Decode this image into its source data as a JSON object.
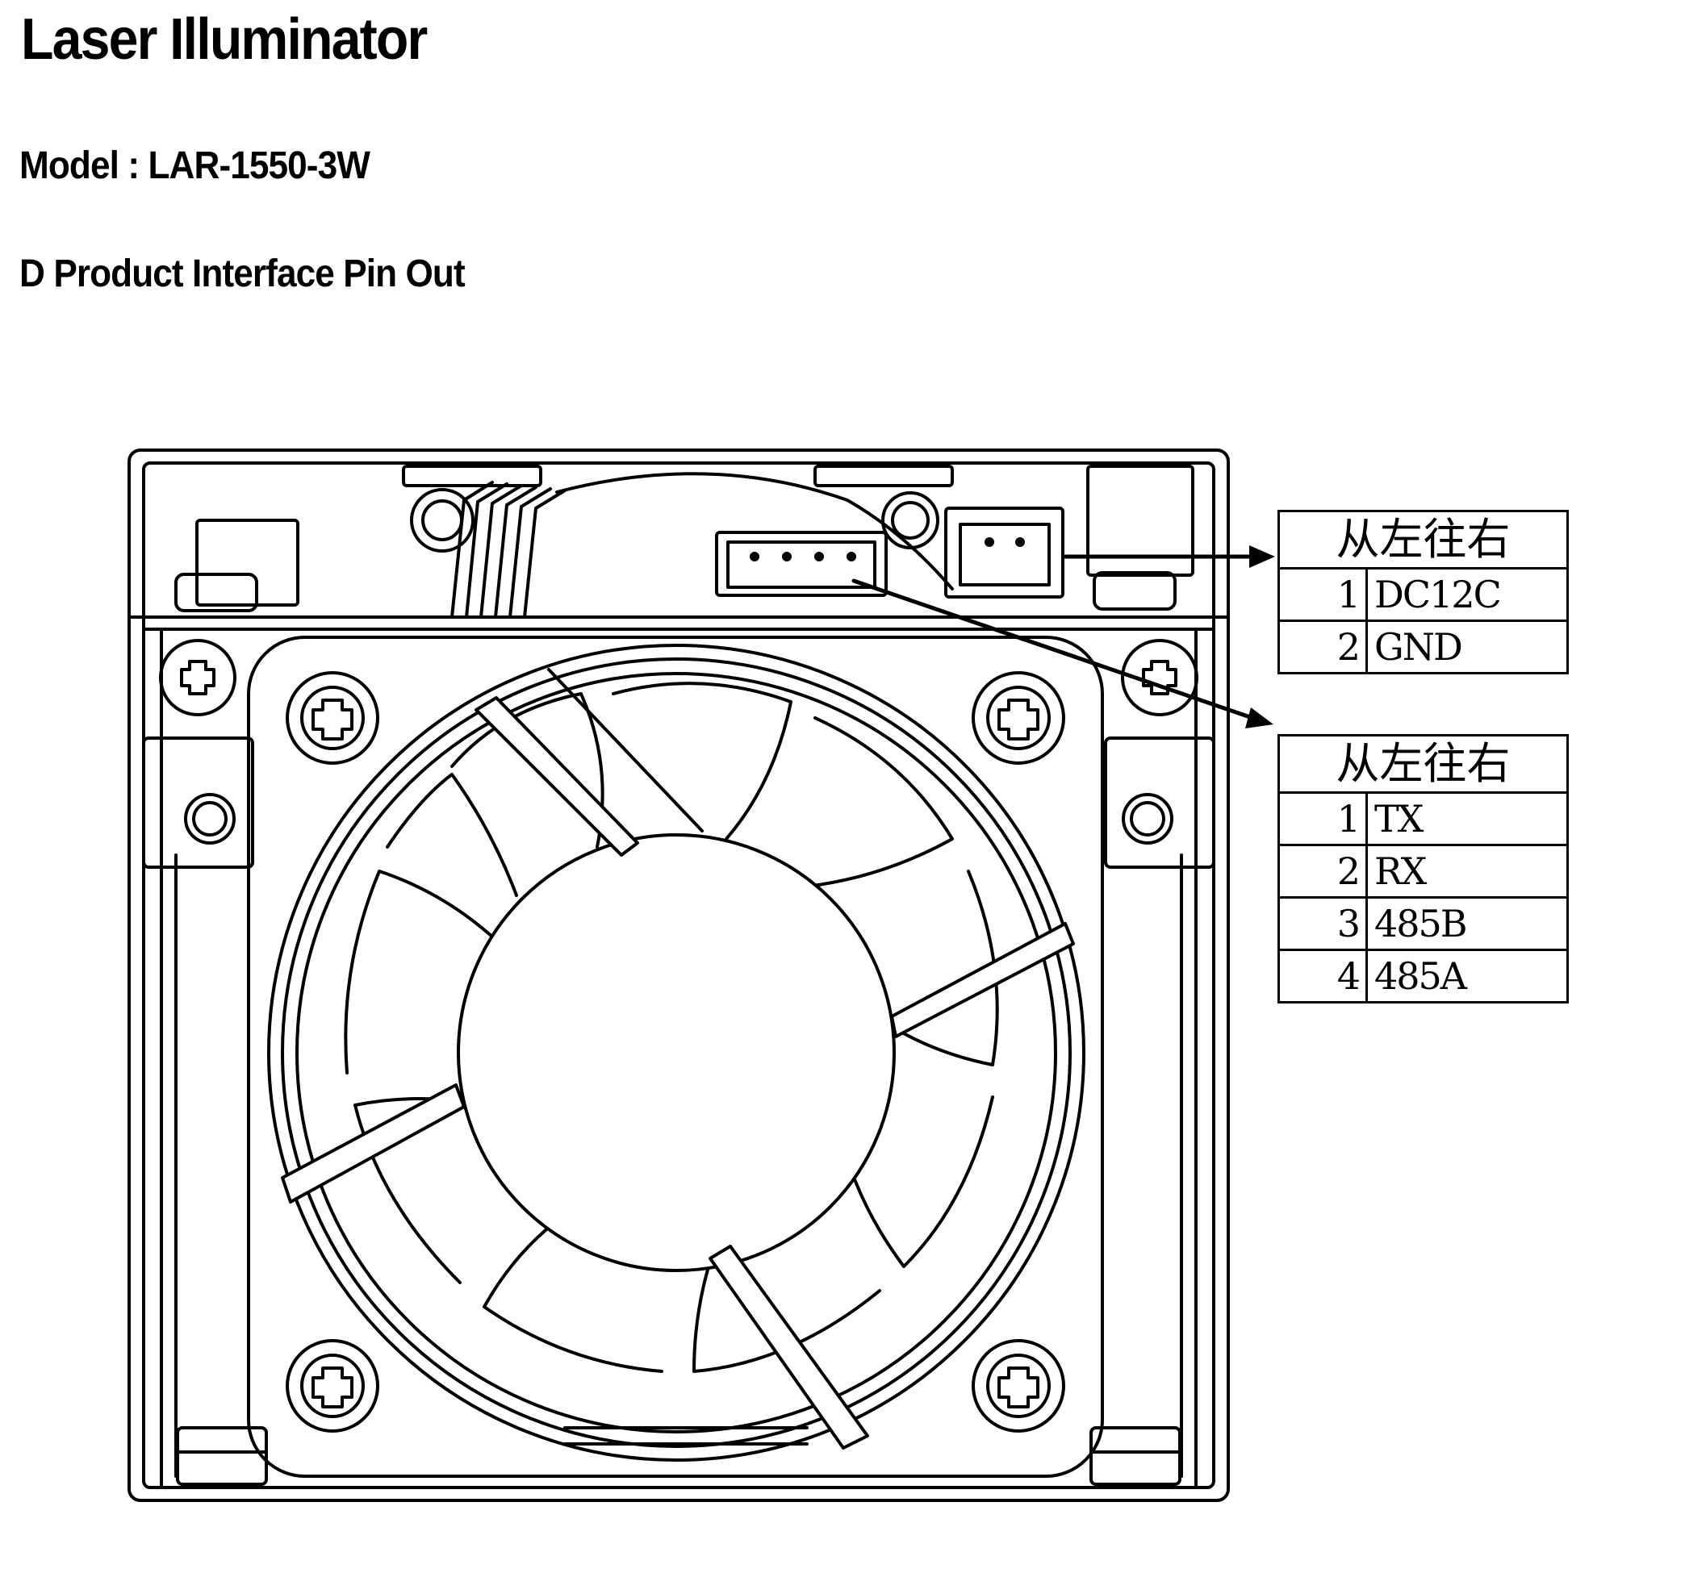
{
  "title": "Laser Illuminator",
  "model_line": "Model : LAR-1550-3W",
  "section_heading": "D Product Interface Pin Out",
  "power_connector": {
    "header": "从左往右",
    "pins": [
      {
        "num": "1",
        "signal": "DC12C"
      },
      {
        "num": "2",
        "signal": "GND"
      }
    ]
  },
  "comm_connector": {
    "header": "从左往右",
    "pins": [
      {
        "num": "1",
        "signal": "TX"
      },
      {
        "num": "2",
        "signal": "RX"
      },
      {
        "num": "3",
        "signal": "485B"
      },
      {
        "num": "4",
        "signal": "485A"
      }
    ]
  },
  "icons": [
    "fan-icon",
    "screw-icon",
    "connector-icon",
    "arrow-icon"
  ]
}
